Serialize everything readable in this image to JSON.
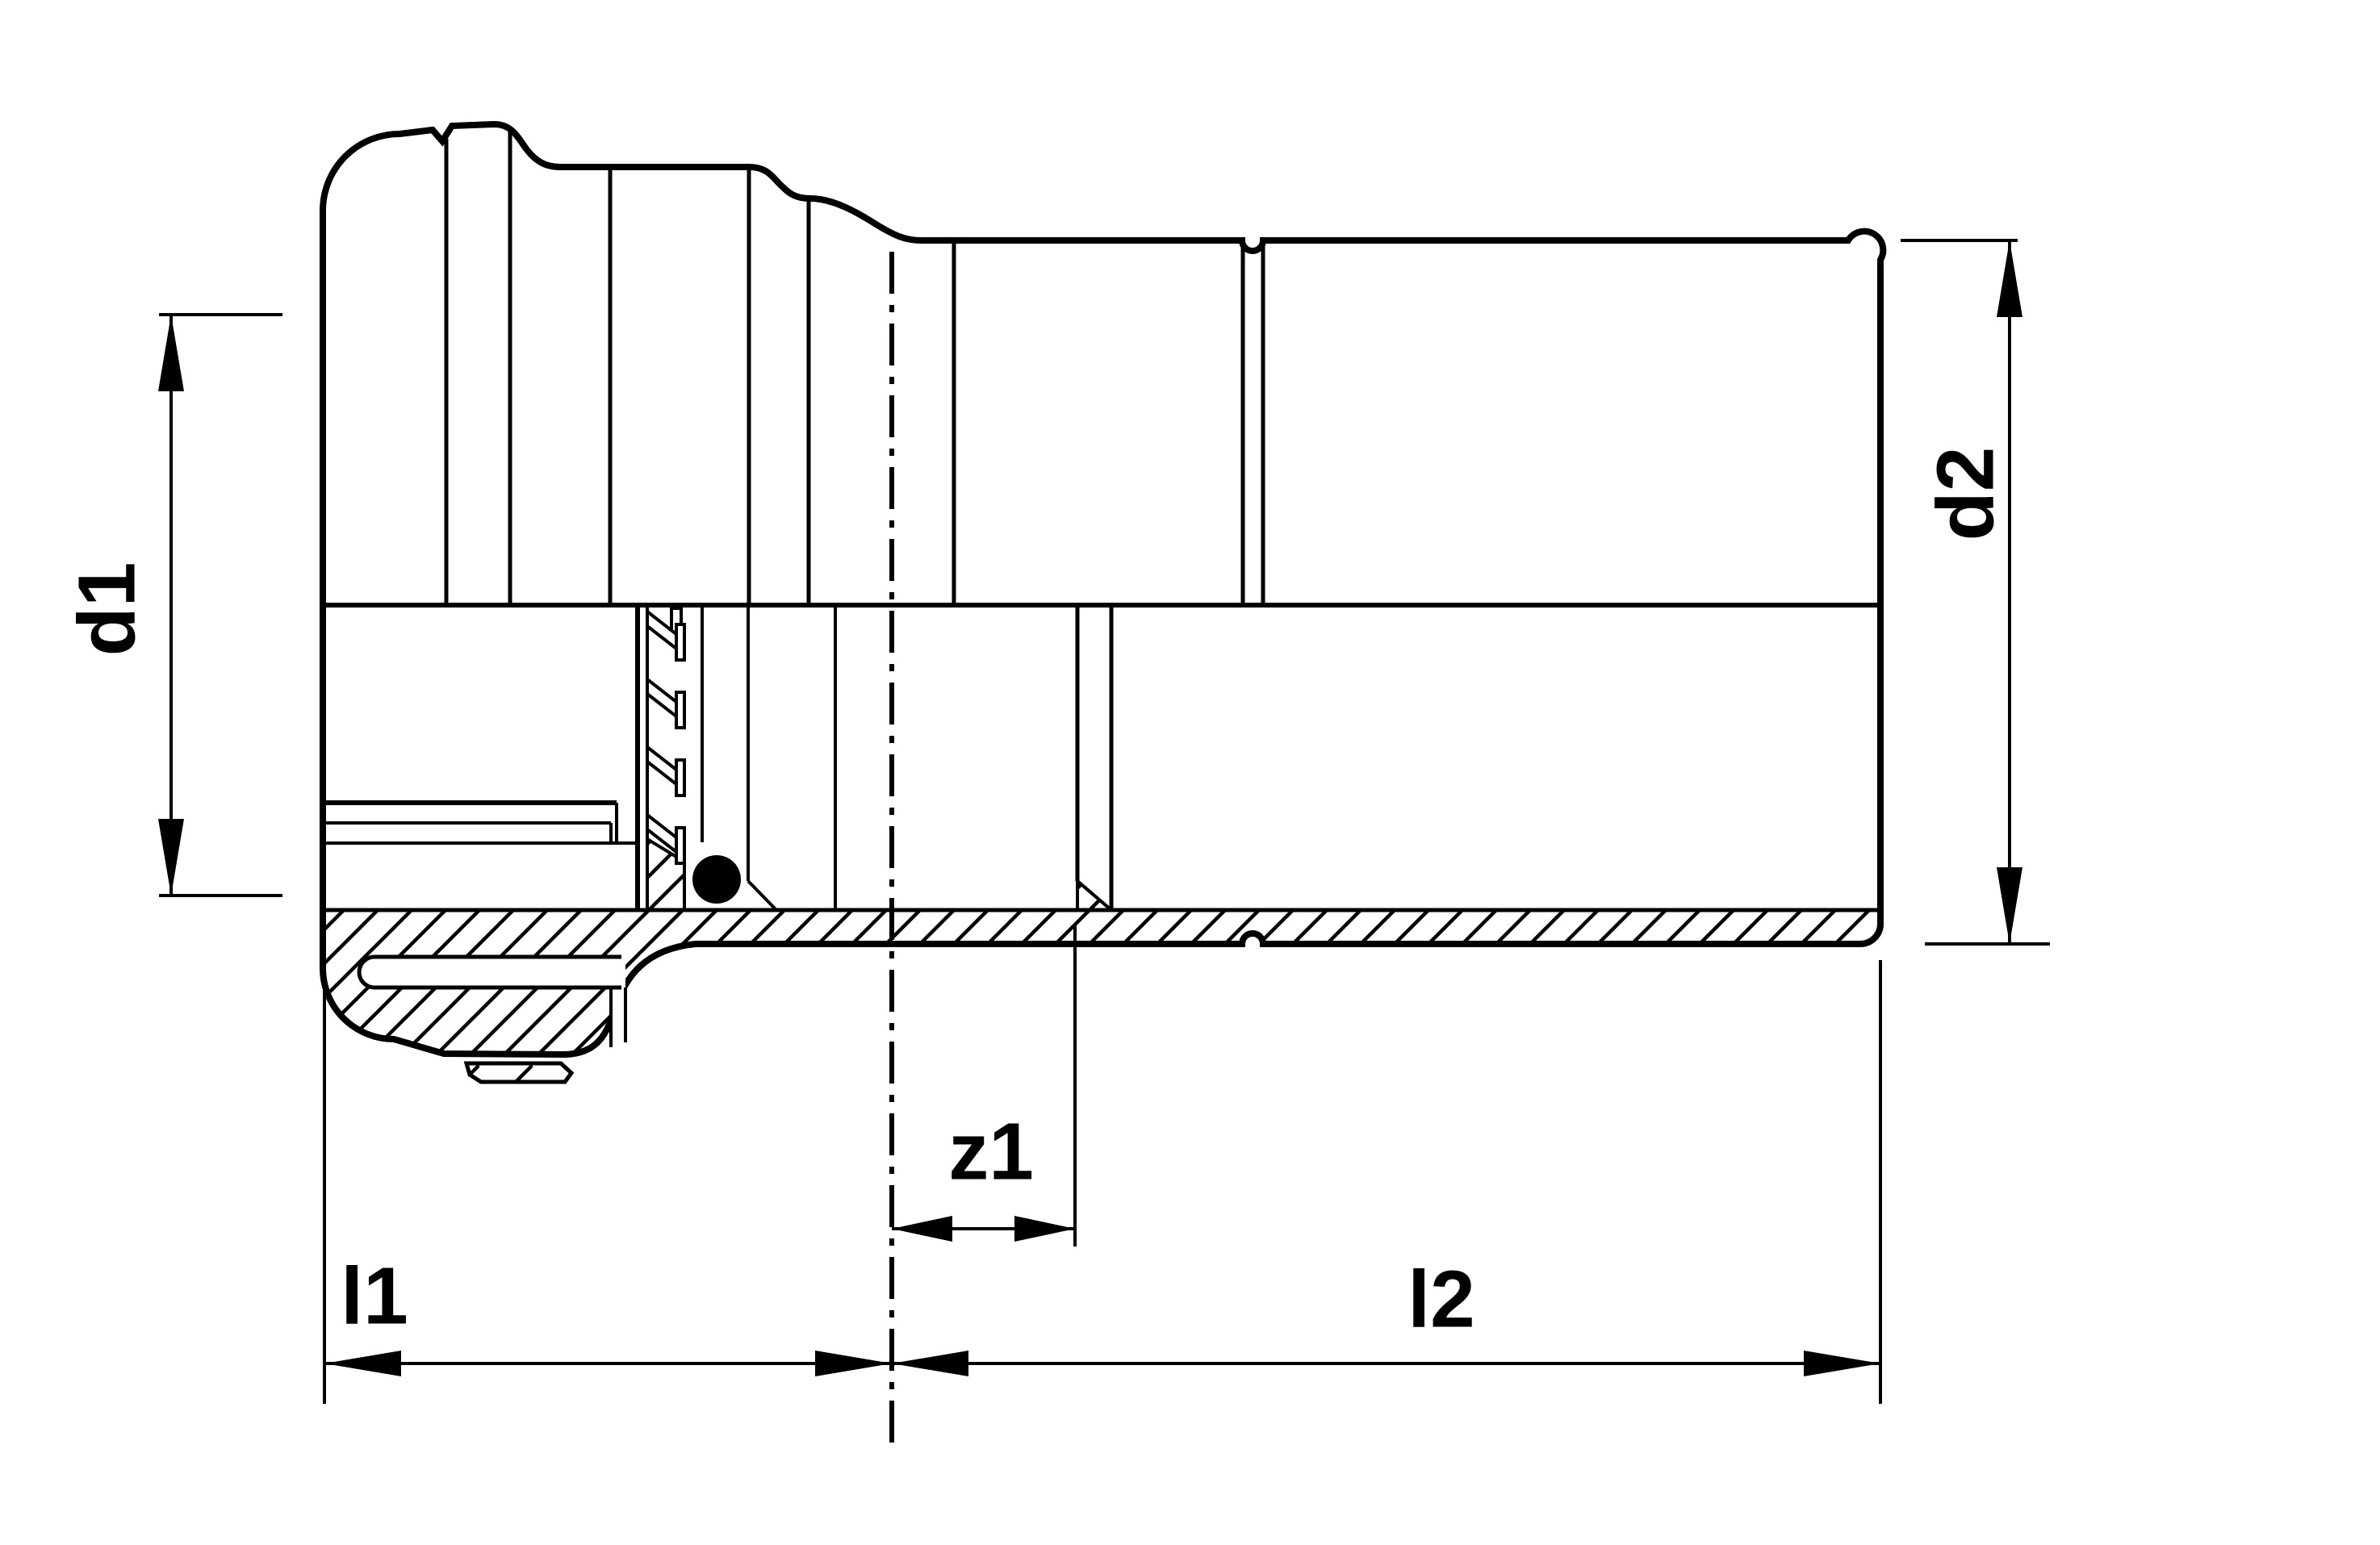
{
  "drawing": {
    "type": "technical-section-drawing",
    "subject": "pipe transition coupling half-section",
    "labels": {
      "d1": "d1",
      "d2": "d2",
      "z1": "z1",
      "l1": "l1",
      "l2": "l2"
    },
    "colors": {
      "line": "#000000",
      "background": "#ffffff"
    }
  }
}
